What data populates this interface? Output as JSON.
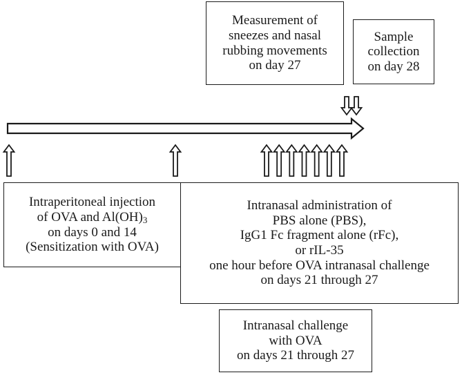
{
  "boxes": {
    "measurement": {
      "lines": [
        "Measurement of",
        "sneezes and nasal",
        "rubbing movements",
        "on day 27"
      ]
    },
    "sample": {
      "lines": [
        "Sample",
        "collection",
        "on day 28"
      ]
    },
    "intraperitoneal": {
      "line1": "Intraperitoneal injection",
      "line2_prefix": "of OVA and Al(OH)",
      "line2_sub": "3",
      "line3": "on days 0 and 14",
      "line4": "(Sensitization with OVA)"
    },
    "intranasal_admin": {
      "lines": [
        "Intranasal administration of",
        "PBS alone (PBS),",
        "IgG1 Fc fragment alone (rFc),",
        "or rIL-35",
        "one hour before OVA intranasal challenge",
        "on days 21 through 27"
      ]
    },
    "intranasal_challenge": {
      "lines": [
        "Intranasal challenge",
        "with OVA",
        "on days 21 through 27"
      ]
    }
  },
  "colors": {
    "stroke": "#1a1a1a",
    "background": "#ffffff"
  },
  "markers": {
    "timeline": {
      "direction": "right"
    },
    "down_arrows": {
      "count": 2,
      "direction": "down"
    },
    "up_arrows_sensitization": {
      "count": 2,
      "direction": "up",
      "days": [
        0,
        14
      ]
    },
    "up_arrows_challenge": {
      "count": 7,
      "direction": "up",
      "days": [
        21,
        22,
        23,
        24,
        25,
        26,
        27
      ]
    }
  }
}
